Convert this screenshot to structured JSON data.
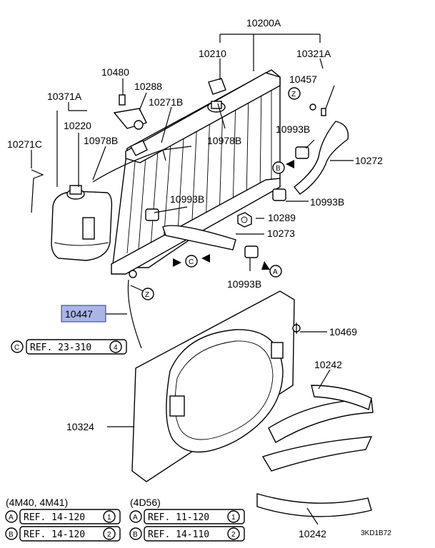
{
  "part_numbers": {
    "p10200A": "10200A",
    "p10210": "10210",
    "p10321A": "10321A",
    "p10480": "10480",
    "p10288": "10288",
    "p10457": "10457",
    "p10371A": "10371A",
    "p10271B": "10271B",
    "p10220": "10220",
    "p10978B_a": "10978B",
    "p10978B_b": "10978B",
    "p10993B_a": "10993B",
    "p10271C": "10271C",
    "p10272": "10272",
    "p10993B_b": "10993B",
    "p10993B_c": "10993B",
    "p10289": "10289",
    "p10273": "10273",
    "p10993B_d": "10993B",
    "p10447": "10447",
    "p10469": "10469",
    "p10242_top": "10242",
    "p10324": "10324",
    "p10242_bottom": "10242"
  },
  "markers": {
    "Z": "Z",
    "A": "A",
    "B": "B",
    "C": "C"
  },
  "refs": {
    "c_ref": "REF. 23-310",
    "c_num": "4",
    "group1_title": "(4M40, 4M41)",
    "group1_a_ref": "REF. 14-120",
    "group1_a_num": "1",
    "group1_b_ref": "REF. 14-120",
    "group1_b_num": "2",
    "group2_title": "(4D56)",
    "group2_a_ref": "REF. 11-120",
    "group2_a_num": "1",
    "group2_b_ref": "REF. 14-110",
    "group2_b_num": "2"
  },
  "diagram_code": "3KD1B72",
  "highlight_color": "#aab4e6"
}
